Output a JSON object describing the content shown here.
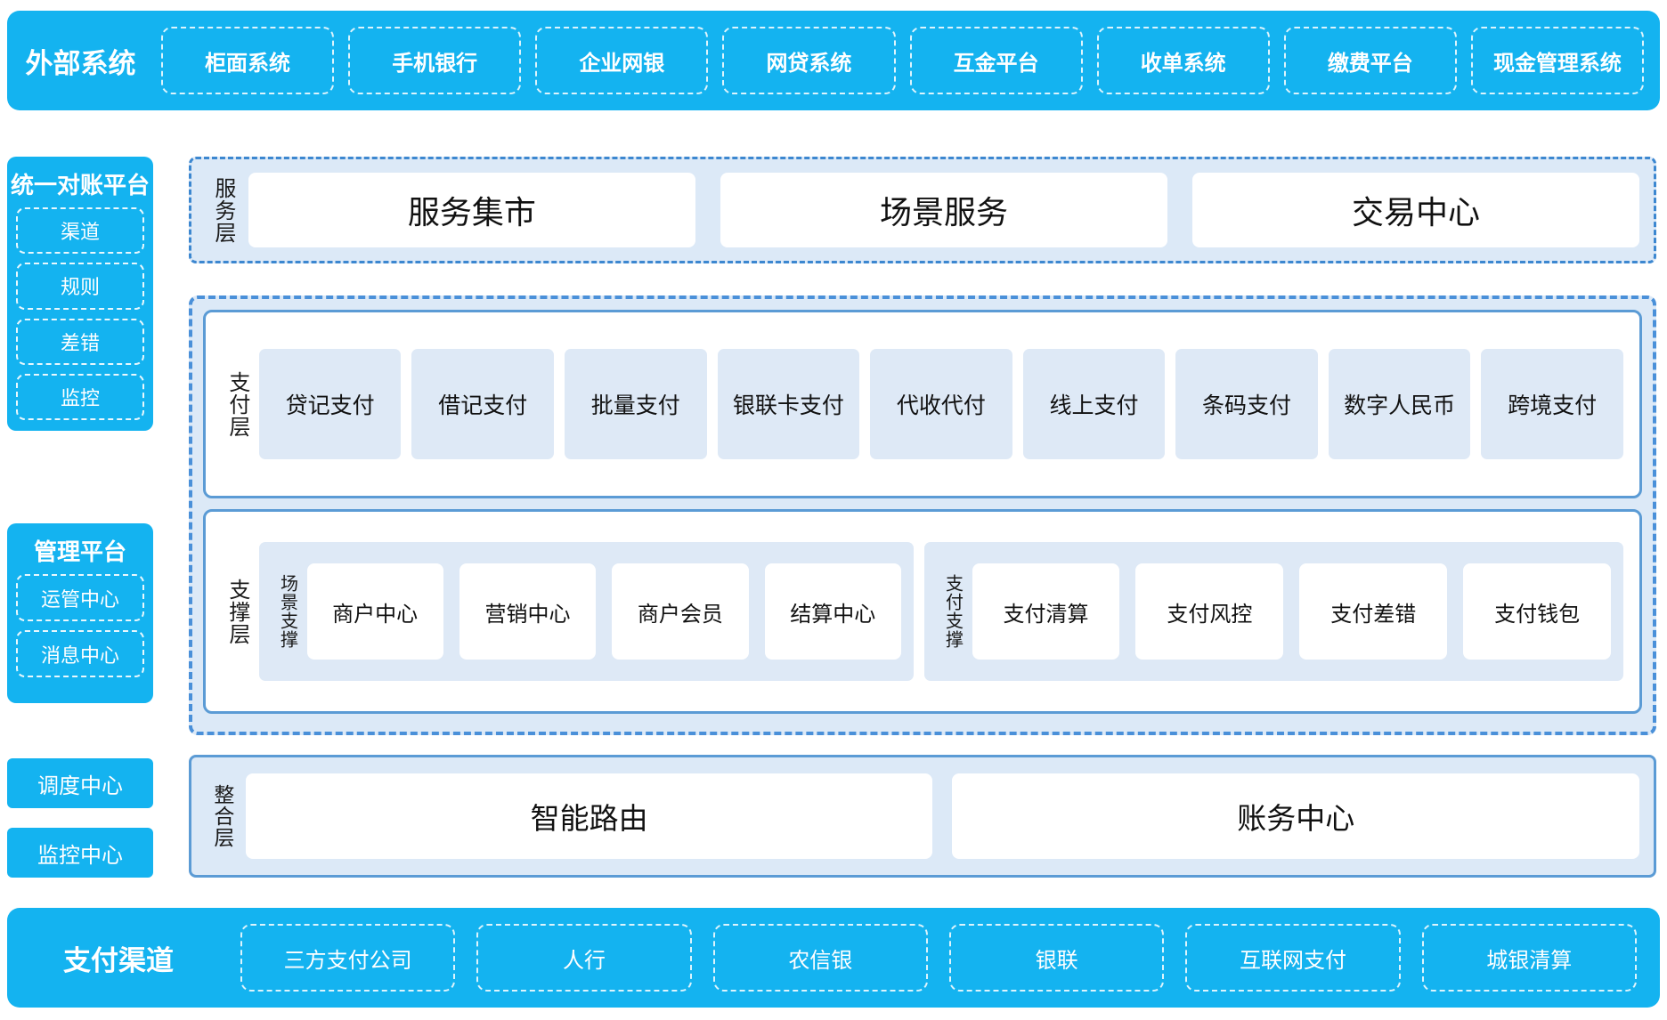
{
  "external_systems": {
    "title": "外部系统",
    "items": [
      "柜面系统",
      "手机银行",
      "企业网银",
      "网贷系统",
      "互金平台",
      "收单系统",
      "缴费平台",
      "现金管理系统"
    ]
  },
  "left_column": {
    "reconcile_platform": {
      "title": "统一对账平台",
      "items": [
        "渠道",
        "规则",
        "差错",
        "监控"
      ]
    },
    "management_platform": {
      "title": "管理平台",
      "items": [
        "运管中心",
        "消息中心"
      ]
    },
    "dispatch_center": "调度中心",
    "monitor_center": "监控中心"
  },
  "service_layer": {
    "label": "服务层",
    "items": [
      "服务集市",
      "场景服务",
      "交易中心"
    ]
  },
  "payment_layer": {
    "label": "支付层",
    "items": [
      "贷记支付",
      "借记支付",
      "批量支付",
      "银联卡支付",
      "代收代付",
      "线上支付",
      "条码支付",
      "数字人民币",
      "跨境支付"
    ]
  },
  "support_layer": {
    "label": "支撑层",
    "groups": [
      {
        "label": "场景支撑",
        "items": [
          "商户中心",
          "营销中心",
          "商户会员",
          "结算中心"
        ]
      },
      {
        "label": "支付支撑",
        "items": [
          "支付清算",
          "支付风控",
          "支付差错",
          "支付钱包"
        ]
      }
    ]
  },
  "integration_layer": {
    "label": "整合层",
    "items": [
      "智能路由",
      "账务中心"
    ]
  },
  "payment_channels": {
    "title": "支付渠道",
    "items": [
      "三方支付公司",
      "人行",
      "农信银",
      "银联",
      "互联网支付",
      "城银清算"
    ]
  },
  "colors": {
    "brand_blue": "#14B3F0",
    "panel_blue": "#DCE9F7",
    "tile_blue": "#DEE9F6",
    "border_blue": "#5B9BD5",
    "dash_blue": "#4A90D9"
  }
}
